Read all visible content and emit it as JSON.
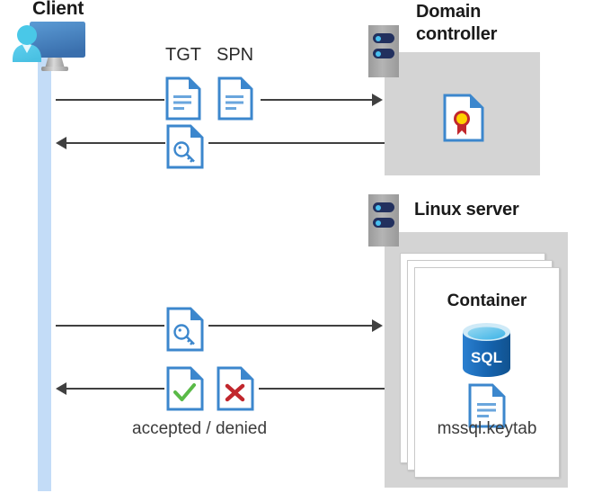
{
  "diagram": {
    "title_client": "Client",
    "title_domain_controller": "Domain\ncontroller",
    "title_domain_controller_line1": "Domain",
    "title_domain_controller_line2": "controller",
    "title_linux_server": "Linux server",
    "title_container": "Container",
    "label_tgt": "TGT",
    "label_spn": "SPN",
    "label_keytab": "mssql.keytab",
    "label_accepted_denied": "accepted / denied",
    "icons": {
      "client": "client-workstation-icon",
      "server_rack": "server-rack-icon",
      "certificate": "certificate-document-icon",
      "ticket_doc": "document-icon",
      "key_doc": "key-document-icon",
      "accepted_doc": "check-document-icon",
      "denied_doc": "cross-document-icon",
      "sql_database": "sql-database-icon",
      "keytab_doc": "document-icon"
    },
    "flows": [
      {
        "name": "tgt-spn-request",
        "direction": "right",
        "from": "Client",
        "to": "Domain controller",
        "artifacts": [
          "TGT",
          "SPN"
        ]
      },
      {
        "name": "service-ticket-response",
        "direction": "left",
        "from": "Domain controller",
        "to": "Client",
        "artifacts": [
          "key-document"
        ]
      },
      {
        "name": "service-ticket-presentation",
        "direction": "right",
        "from": "Client",
        "to": "Linux server",
        "artifacts": [
          "key-document"
        ]
      },
      {
        "name": "auth-result",
        "direction": "left",
        "from": "Linux server",
        "to": "Client",
        "artifacts": [
          "accepted",
          "denied"
        ]
      }
    ],
    "colors": {
      "panel_grey": "#d4d4d4",
      "lifeline_blue": "#c3dcf7",
      "doc_blue": "#3c87cd",
      "accent_blue": "#2f6fad",
      "arrow_grey": "#404040",
      "check_green": "#5aba47",
      "cross_red": "#c1272d",
      "cert_gold": "#ffd200",
      "cert_red": "#c1272d",
      "sql_blue": "#1b6ec2",
      "rack_navy": "#22305e",
      "rack_dot_cyan": "#48c0f0"
    }
  }
}
